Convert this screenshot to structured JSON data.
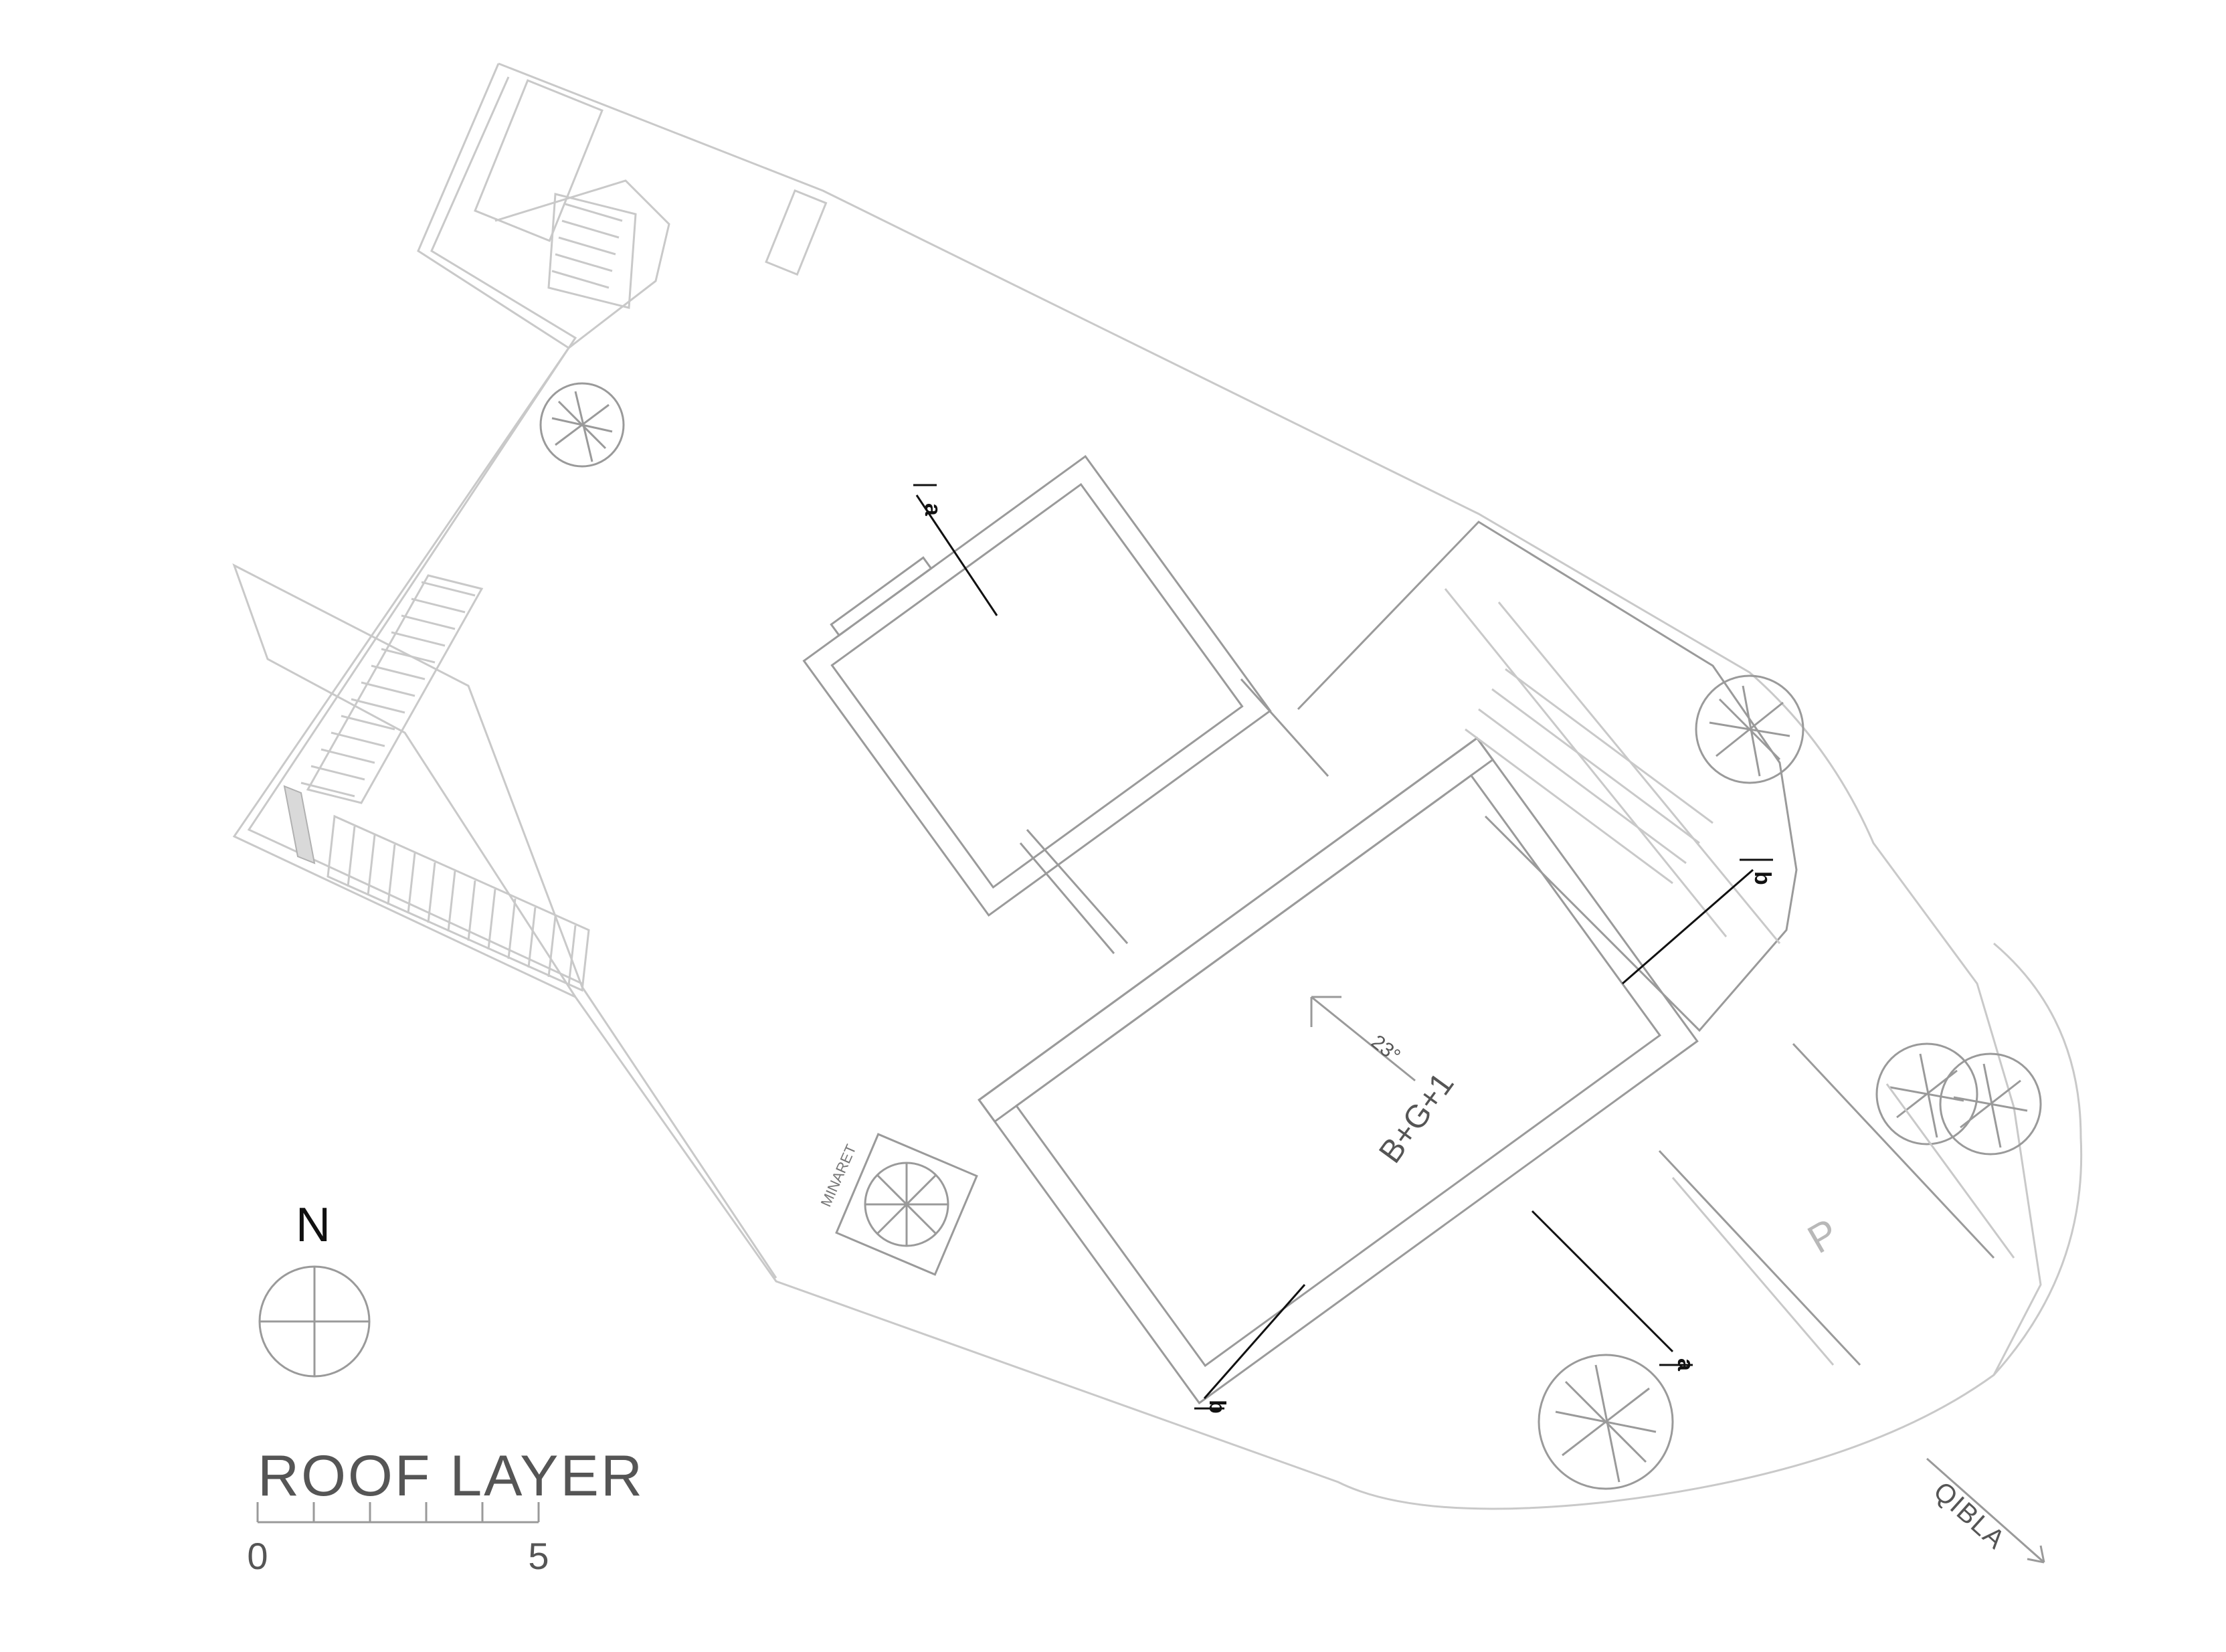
{
  "drawing": {
    "title": "ROOF LAYER",
    "building_label": "B+G+1",
    "rotation_label": "23°",
    "minaret_label": "MINARET",
    "parking_label": "P",
    "qibla_label": "QIBLA",
    "north_label": "N"
  },
  "scale_bar": {
    "start_label": "0",
    "end_label": "5"
  },
  "section_marks": {
    "a_top": "a",
    "a_bottom": "a",
    "b_right": "b",
    "b_left": "b"
  }
}
